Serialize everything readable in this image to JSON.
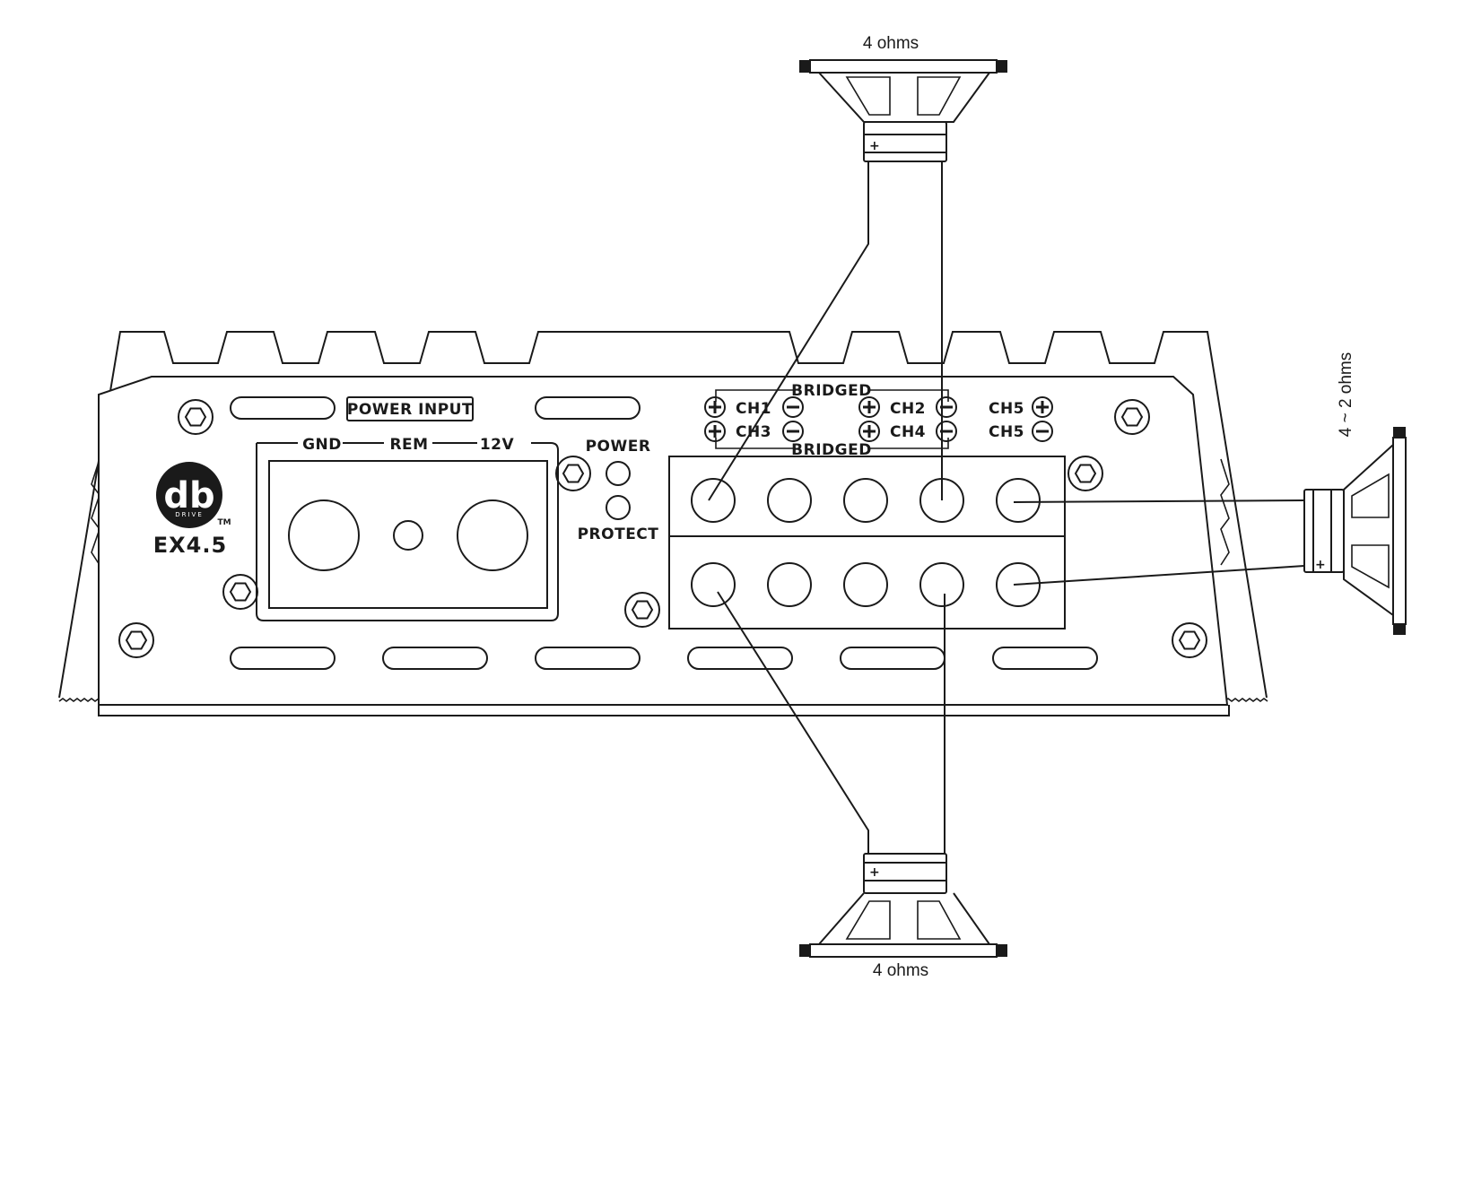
{
  "amplifier": {
    "model": "EX4.5",
    "brand_initials": "db",
    "brand_word": "DRIVE",
    "trademark": "TM",
    "power_input_label": "POWER INPUT",
    "gnd_label": "GND",
    "rem_label": "REM",
    "v12_label": "12V",
    "power_led_label": "POWER",
    "protect_led_label": "PROTECT",
    "bridged_top_label": "BRIDGED",
    "bridged_bottom_label": "BRIDGED",
    "channels": {
      "ch1": "CH1",
      "ch2": "CH2",
      "ch3": "CH3",
      "ch4": "CH4",
      "ch5_top": "CH5",
      "ch5_bottom": "CH5"
    }
  },
  "speakers": {
    "top_impedance": "4 ohms",
    "bottom_impedance": "4 ohms",
    "right_impedance": "4 ~ 2 ohms",
    "plus_sign": "+"
  },
  "icons": {
    "positive": "plus-circle-icon",
    "negative": "minus-circle-icon",
    "screw": "hex-screw-icon"
  },
  "colors": {
    "line": "#1a1a1a",
    "background": "#ffffff"
  }
}
